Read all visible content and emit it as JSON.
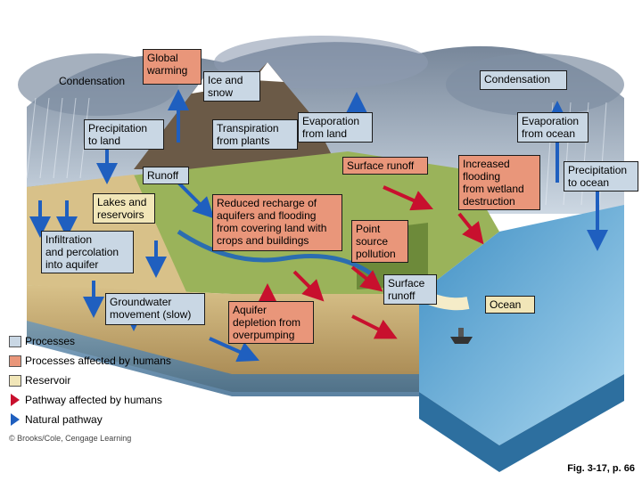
{
  "labels": {
    "condensation_left": "Condensation",
    "global_warming": "Global\nwarming",
    "ice_and_snow": "Ice and\nsnow",
    "condensation_right": "Condensation",
    "precipitation_land": "Precipitation\nto land",
    "transpiration": "Transpiration\nfrom plants",
    "evaporation_land": "Evaporation\nfrom land",
    "evaporation_ocean": "Evaporation\nfrom ocean",
    "surface_runoff_top": "Surface runoff",
    "increased_flooding": "Increased\nflooding\nfrom wetland\ndestruction",
    "precipitation_ocean": "Precipitation\nto ocean",
    "runoff": "Runoff",
    "lakes": "Lakes and\nreservoirs",
    "reduced_recharge": "Reduced recharge of\naquifers and flooding\nfrom covering land with\ncrops and buildings",
    "point_source": "Point\nsource\npollution",
    "infiltration": "Infiltration\nand percolation\ninto aquifer",
    "surface_runoff_bottom": "Surface\nrunoff",
    "ocean": "Ocean",
    "groundwater": "Groundwater\nmovement (slow)",
    "aquifer_depletion": "Aquifer\ndepletion from\noverpumping"
  },
  "legend": {
    "processes": "Processes",
    "processes_humans": "Processes affected by humans",
    "reservoir": "Reservoir",
    "pathway_humans": "Pathway affected by humans",
    "natural_pathway": "Natural pathway"
  },
  "colors": {
    "process": "#c9d7e4",
    "process_human": "#e9967a",
    "reservoir": "#f1e6b8",
    "arrow_natural": "#1f5fbf",
    "arrow_human": "#c8102e"
  },
  "credit": "© Brooks/Cole, Cengage Learning",
  "caption": "Fig. 3-17, p. 66"
}
